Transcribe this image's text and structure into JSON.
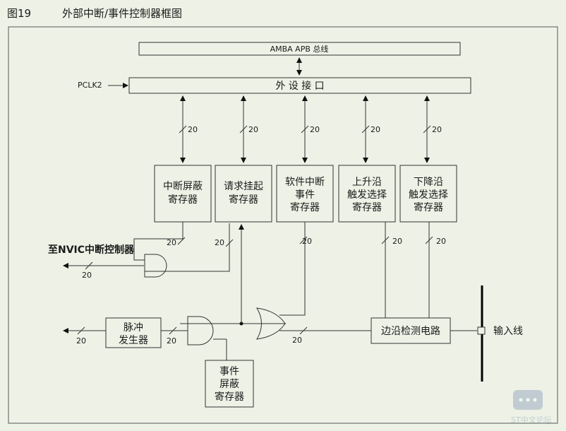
{
  "title": {
    "figure_number": "图19",
    "text": "外部中断/事件控制器框图"
  },
  "blocks": {
    "amba_bus": "AMBA APB 总线",
    "pclk": "PCLK2",
    "peripheral_interface": "外 设 接 口",
    "interrupt_mask_register": [
      "中断屏蔽",
      "寄存器"
    ],
    "pending_request_register": [
      "请求挂起",
      "寄存器"
    ],
    "software_interrupt_event_register": [
      "软件中断",
      "事件",
      "寄存器"
    ],
    "rising_trigger_selection_register": [
      "上升沿",
      "触发选择",
      "寄存器"
    ],
    "falling_trigger_selection_register": [
      "下降沿",
      "触发选择",
      "寄存器"
    ],
    "pulse_generator": [
      "脉冲",
      "发生器"
    ],
    "event_mask_register": [
      "事件",
      "屏蔽",
      "寄存器"
    ],
    "edge_detect_circuit": "边沿检测电路",
    "input_line": "输入线",
    "nvic_output": "至NVIC中断控制器"
  },
  "bus_width": "20",
  "watermark": "ST中文论坛"
}
